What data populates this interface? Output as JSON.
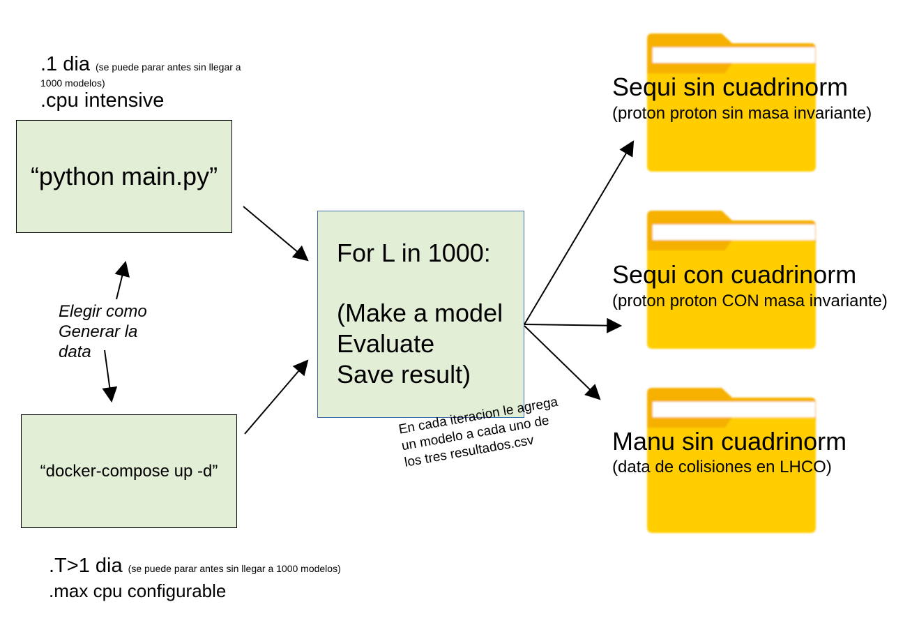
{
  "notes_top": {
    "line1_main": ".1 dia",
    "line1_small": "(se puede parar antes sin llegar a",
    "line1_small_cont": "1000 modelos)",
    "line2": ".cpu intensive"
  },
  "python_box": {
    "label": "“python main.py”"
  },
  "choose_note": {
    "line1": "Elegir como",
    "line2": "Generar la",
    "line3": "data"
  },
  "docker_box": {
    "label": "“docker-compose up -d”"
  },
  "notes_bottom": {
    "line1_main": ".T>1 dia",
    "line1_small": "(se puede parar antes sin llegar a 1000 modelos)",
    "line2": ".max cpu configurable"
  },
  "loop_box": {
    "line1": "For L in 1000:",
    "line2": "(Make a model",
    "line3": "Evaluate",
    "line4": "Save result)"
  },
  "iteration_note": {
    "line1": "En cada iteracion le agrega",
    "line2": "un modelo a cada uno de",
    "line3": "los tres resultados.csv"
  },
  "folders": [
    {
      "title": "Sequi sin cuadrinorm",
      "subtitle": "(proton proton sin masa invariante)"
    },
    {
      "title": "Sequi con cuadrinorm",
      "subtitle": "(proton proton CON masa invariante)"
    },
    {
      "title": "Manu sin cuadrinorm",
      "subtitle": "(data de colisiones en LHCO)"
    }
  ],
  "icons": [
    "folder-icon",
    "arrow-icon"
  ],
  "colors": {
    "box_fill": "#e3eed7",
    "loop_border": "#3d6ea6",
    "folder_back": "#f6b000",
    "folder_front": "#ffcd00",
    "paper": "#ffffff"
  }
}
